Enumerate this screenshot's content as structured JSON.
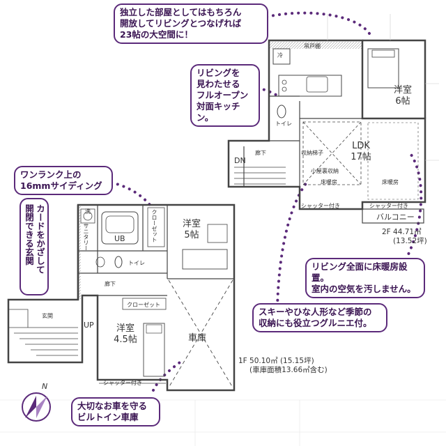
{
  "callouts": {
    "open_living": [
      "独立した部屋としてはもちろん",
      "開放してリビングとつなげれば",
      "23帖の大空間に！"
    ],
    "kitchen": [
      "リビングを",
      "見わたせる",
      "フルオープン",
      "対面キッチン。"
    ],
    "siding": [
      "ワンランク上の",
      "16mmサイディング"
    ],
    "card_key": [
      "カードをかざして",
      "開閉できる玄関"
    ],
    "floor_heating": [
      "リビング全面に床暖房設置。",
      "室内の空気を汚しません。"
    ],
    "attic": [
      "スキーやひな人形など季節の",
      "収納にも役立つグルニエ付。"
    ],
    "garage": [
      "大切なお車を守る",
      "ビルトイン車庫"
    ]
  },
  "second_floor": {
    "hanging_cabinet": "吊戸棚",
    "fridge": "冷",
    "western_room_6": [
      "洋室",
      "6帖"
    ],
    "toilet": "トイレ",
    "hallway": "廊下",
    "dn": "DN",
    "ldk": [
      "LDK",
      "17帖"
    ],
    "storage_stair": "収納梯子",
    "attic_storage": "小屋裏収納",
    "floor_heat_a": "床暖房",
    "floor_heat_b": "床暖房",
    "shutter_a": "シャッター付き",
    "shutter_b": "シャッター付き",
    "balcony": "バルコニー",
    "area": [
      "2F 44.71㎡",
      "(13.52坪)"
    ]
  },
  "first_floor": {
    "laundry": "洗",
    "sanitary": "サニタリー",
    "ub": "UB",
    "closet_v": "クローゼット",
    "western_room_5": [
      "洋室",
      "5帖"
    ],
    "toilet": "トイレ",
    "hallway": "廊下",
    "entrance": "玄関",
    "up": "UP",
    "closet_h": "クローゼット",
    "western_room_45": [
      "洋室",
      "4.5帖"
    ],
    "shutter": "シャッター付き",
    "garage": "車庫",
    "area": [
      "1F 50.10㎡ (15.15坪)",
      "(車庫面積13.66㎡含む)"
    ]
  },
  "compass": {
    "north": "N"
  }
}
